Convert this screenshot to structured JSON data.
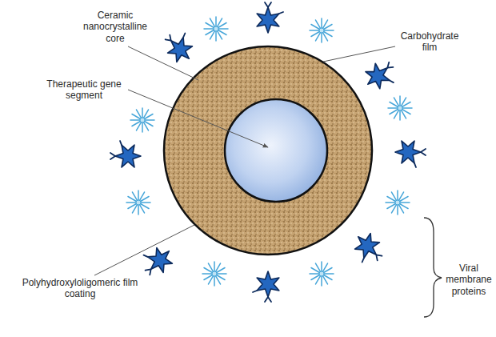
{
  "diagram": {
    "labels": [
      "Ceramic nanocrystalline core",
      "Therapeutic gene segment",
      "Carbohydrate film",
      "Polyhydroxyloligomeric film coating",
      "Viral membrane proteins"
    ]
  }
}
